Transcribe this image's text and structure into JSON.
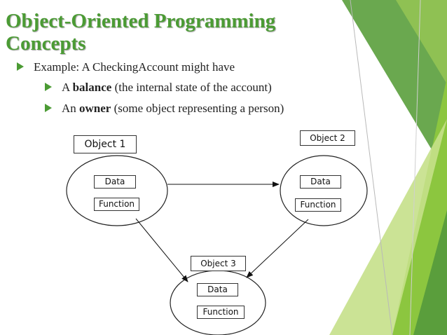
{
  "title": {
    "line1": "Object-Oriented Programming",
    "line2": "Concepts"
  },
  "bullets": {
    "main": "Example: A CheckingAccount might have",
    "sub1": {
      "pre": "A ",
      "bold": "balance",
      "post": " (the internal state of the account)"
    },
    "sub2": {
      "pre": "An ",
      "bold": "owner",
      "post": " (some object representing a person)"
    }
  },
  "diagram": {
    "object1": {
      "name": "Object 1",
      "data": "Data",
      "function": "Function"
    },
    "object2": {
      "name": "Object 2",
      "data": "Data",
      "function": "Function"
    },
    "object3": {
      "name": "Object 3",
      "data": "Data",
      "function": "Function"
    }
  },
  "colors": {
    "accent": "#4b9b34",
    "green_dark": "#5a9e3c",
    "green_mid": "#8cc63f",
    "green_light": "#c5e08a"
  }
}
